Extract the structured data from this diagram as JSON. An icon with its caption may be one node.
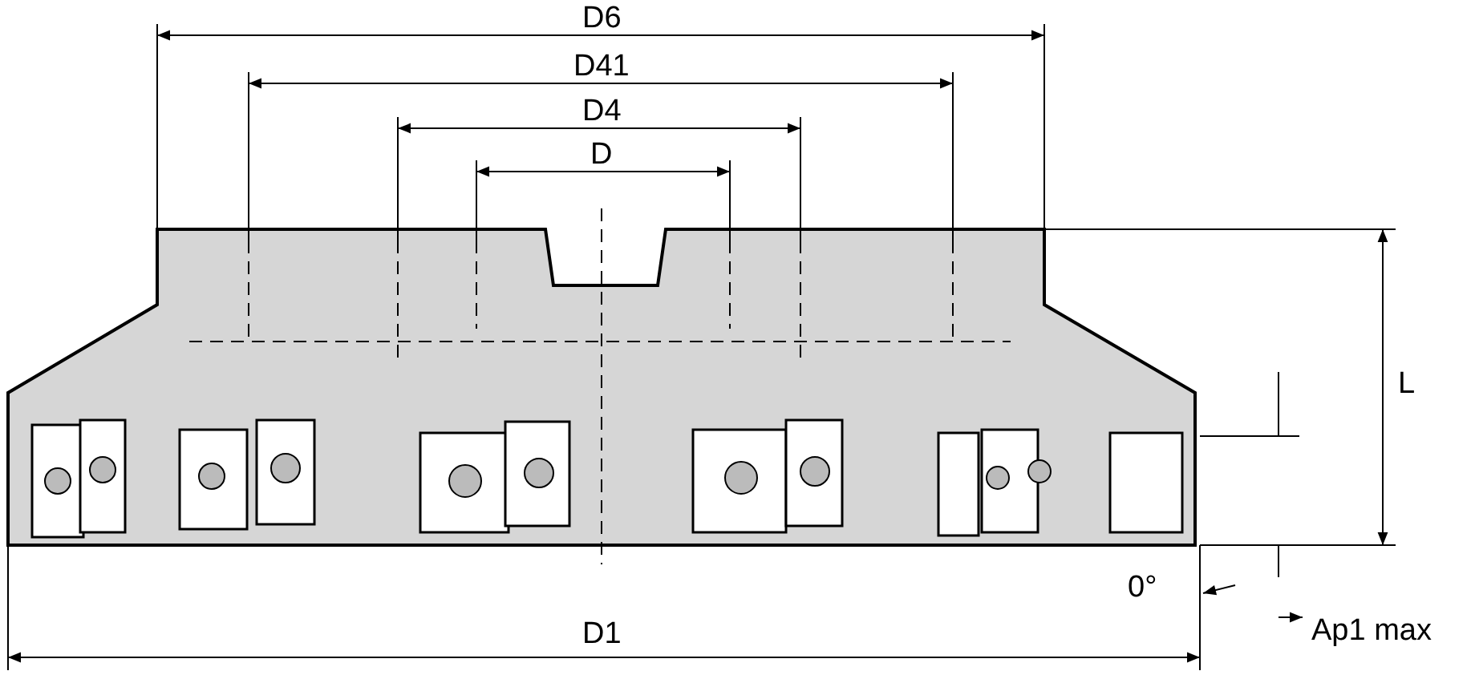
{
  "diagram": {
    "labels": [
      "D6",
      "D41",
      "D4",
      "D",
      "L",
      "0°",
      "D1",
      "Ap1 max"
    ]
  }
}
